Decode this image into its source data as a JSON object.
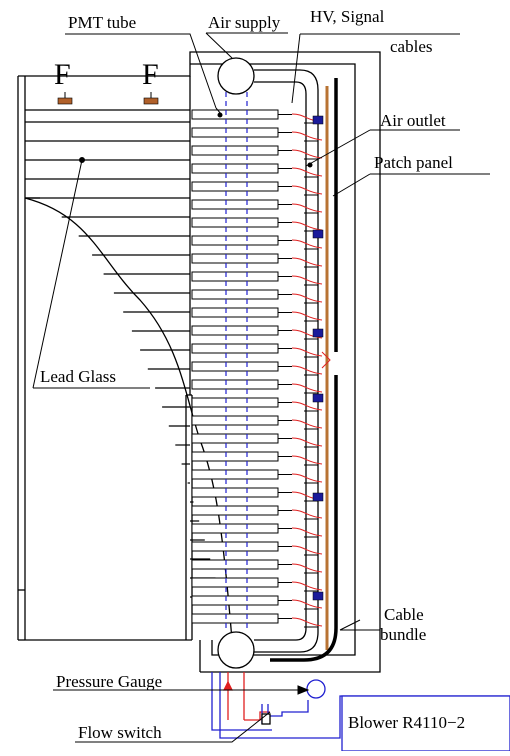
{
  "labels": {
    "pmt_tube": "PMT  tube",
    "air_supply": "Air supply",
    "hv_signal": "HV, Signal",
    "cables": "cables",
    "air_outlet": "Air outlet",
    "patch_panel": "Patch panel",
    "lead_glass": "Lead Glass",
    "cable": "Cable",
    "bundle": "bundle",
    "pressure_gauge": "Pressure Gauge",
    "flow_switch": "Flow switch",
    "blower": "Blower  R4110−2",
    "f_left": "F",
    "f_right": "F"
  },
  "colors": {
    "outline": "#000000",
    "cable": "#e02020",
    "air_line": "#2020d0",
    "connector": "#1a1a9a",
    "patch_bar": "#b87333",
    "mount": "#b0602a"
  }
}
